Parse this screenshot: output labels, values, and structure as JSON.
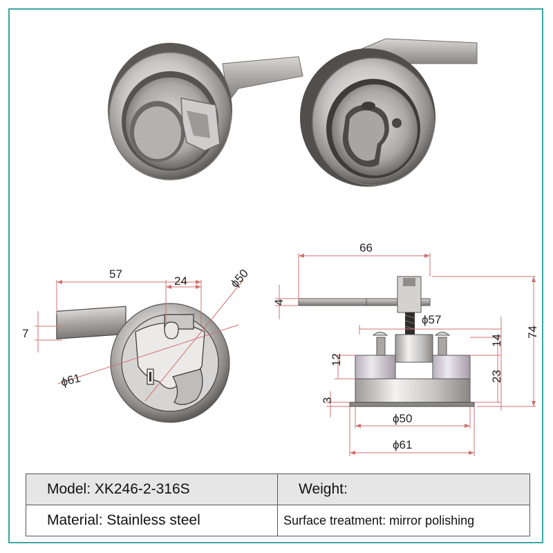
{
  "dimensions": {
    "top_view": {
      "width_total": "57",
      "hook_width": "24",
      "outer_diameter": "ϕ50",
      "handle_thickness": "7",
      "flange_diameter": "ϕ61"
    },
    "side_view": {
      "handle_length": "66",
      "handle_thickness": "4",
      "cutout_diameter": "ϕ57",
      "screw_height": "14",
      "total_height": "74",
      "body_height": "12",
      "base_height": "23",
      "flange_thickness": "3",
      "body_diameter": "ϕ50",
      "flange_diameter": "ϕ61"
    }
  },
  "specs": {
    "model_label": "Model: XK246-2-316S",
    "weight_label": "Weight:",
    "material_label": "Material: Stainless steel",
    "surface_label": "Surface treatment: mirror polishing"
  },
  "colors": {
    "frame": "#3aa6a1",
    "steel": "#b9b7b5",
    "dimension_line": "#d07070"
  }
}
